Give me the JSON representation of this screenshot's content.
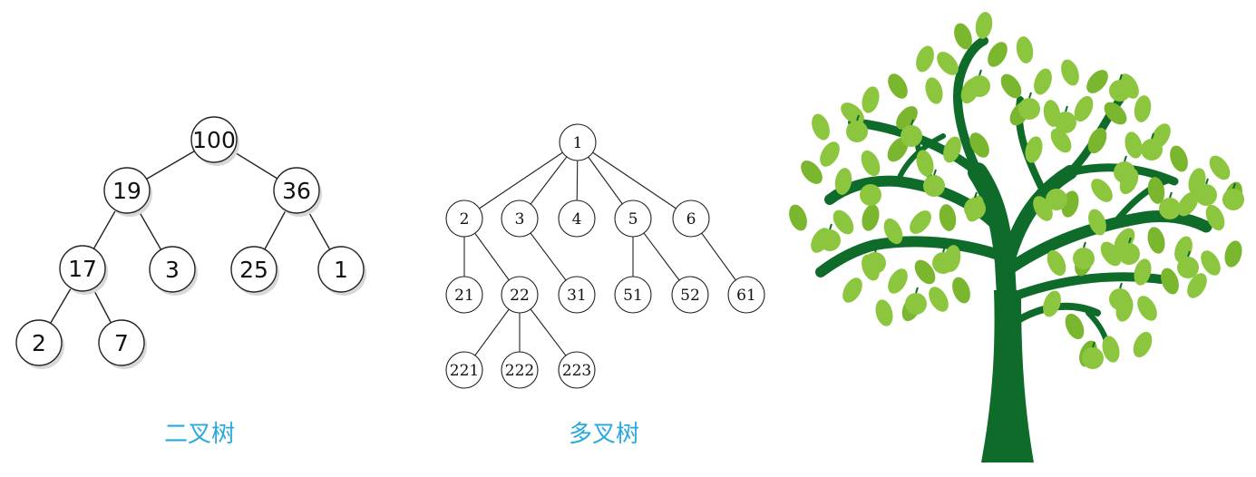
{
  "binary_tree": {
    "caption": "二叉树",
    "nodes": [
      {
        "id": "b100",
        "label": "100"
      },
      {
        "id": "b19",
        "label": "19"
      },
      {
        "id": "b36",
        "label": "36"
      },
      {
        "id": "b17",
        "label": "17"
      },
      {
        "id": "b3",
        "label": "3"
      },
      {
        "id": "b25",
        "label": "25"
      },
      {
        "id": "b1",
        "label": "1"
      },
      {
        "id": "b2",
        "label": "2"
      },
      {
        "id": "b7",
        "label": "7"
      }
    ],
    "edges": [
      [
        "b100",
        "b19"
      ],
      [
        "b100",
        "b36"
      ],
      [
        "b19",
        "b17"
      ],
      [
        "b19",
        "b3"
      ],
      [
        "b36",
        "b25"
      ],
      [
        "b36",
        "b1"
      ],
      [
        "b17",
        "b2"
      ],
      [
        "b17",
        "b7"
      ]
    ]
  },
  "multi_tree": {
    "caption": "多叉树",
    "nodes": [
      {
        "id": "m1",
        "label": "1"
      },
      {
        "id": "m2",
        "label": "2"
      },
      {
        "id": "m3",
        "label": "3"
      },
      {
        "id": "m4",
        "label": "4"
      },
      {
        "id": "m5",
        "label": "5"
      },
      {
        "id": "m6",
        "label": "6"
      },
      {
        "id": "m21",
        "label": "21"
      },
      {
        "id": "m22",
        "label": "22"
      },
      {
        "id": "m31",
        "label": "31"
      },
      {
        "id": "m51",
        "label": "51"
      },
      {
        "id": "m52",
        "label": "52"
      },
      {
        "id": "m61",
        "label": "61"
      },
      {
        "id": "m221",
        "label": "221"
      },
      {
        "id": "m222",
        "label": "222"
      },
      {
        "id": "m223",
        "label": "223"
      }
    ],
    "edges": [
      [
        "m1",
        "m2"
      ],
      [
        "m1",
        "m3"
      ],
      [
        "m1",
        "m4"
      ],
      [
        "m1",
        "m5"
      ],
      [
        "m1",
        "m6"
      ],
      [
        "m2",
        "m21"
      ],
      [
        "m2",
        "m22"
      ],
      [
        "m3",
        "m31"
      ],
      [
        "m5",
        "m51"
      ],
      [
        "m5",
        "m52"
      ],
      [
        "m6",
        "m61"
      ],
      [
        "m22",
        "m221"
      ],
      [
        "m22",
        "m222"
      ],
      [
        "m22",
        "m223"
      ]
    ]
  },
  "colors": {
    "caption": "#29a8e0",
    "trunk": "#0e6b2a",
    "leaf": "#8cc63f",
    "leaf_dark": "#7ab62e",
    "node_stroke": "#222222"
  }
}
